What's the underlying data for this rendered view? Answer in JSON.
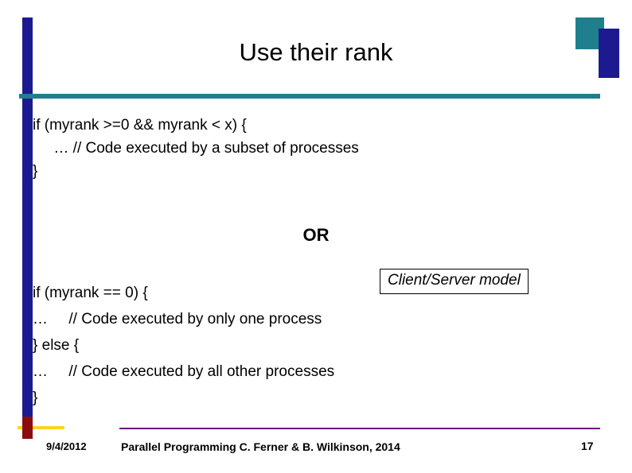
{
  "slide": {
    "title": "Use their rank",
    "code_block_1": "if (myrank >=0 && myrank < x) {\n     … // Code executed by a subset of processes\n}",
    "or_label": "OR",
    "callout": "Client/Server model",
    "code_block_2": "if (myrank == 0) {\n…     // Code executed by only one process\n} else {\n…     // Code executed by all other processes\n}",
    "footer": {
      "date": "9/4/2012",
      "center": "Parallel Programming  C. Ferner & B. Wilkinson, 2014",
      "page_number": "17"
    },
    "colors": {
      "navy": "#1b1b8f",
      "teal": "#1f7f8c",
      "yellow": "#ffd320",
      "dark_red": "#8b0c0c",
      "purple": "#6b0f7a"
    }
  }
}
